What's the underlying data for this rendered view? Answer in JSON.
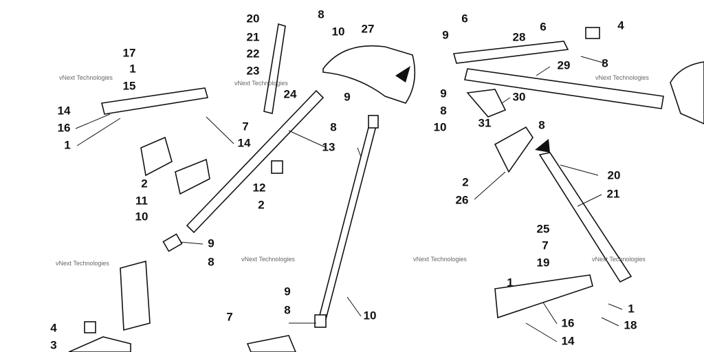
{
  "diagram": {
    "watermark": "vNext Technologies",
    "callouts": [
      "20",
      "8",
      "21",
      "10",
      "27",
      "6",
      "9",
      "28",
      "6",
      "4",
      "17",
      "22",
      "8",
      "29",
      "1",
      "23",
      "15",
      "24",
      "9",
      "9",
      "30",
      "14",
      "8",
      "16",
      "7",
      "10",
      "31",
      "8",
      "8",
      "1",
      "14",
      "13",
      "20",
      "2",
      "12",
      "2",
      "26",
      "21",
      "11",
      "2",
      "10",
      "25",
      "9",
      "7",
      "8",
      "19",
      "1",
      "9",
      "8",
      "10",
      "1",
      "7",
      "16",
      "18",
      "4",
      "14",
      "3"
    ]
  }
}
